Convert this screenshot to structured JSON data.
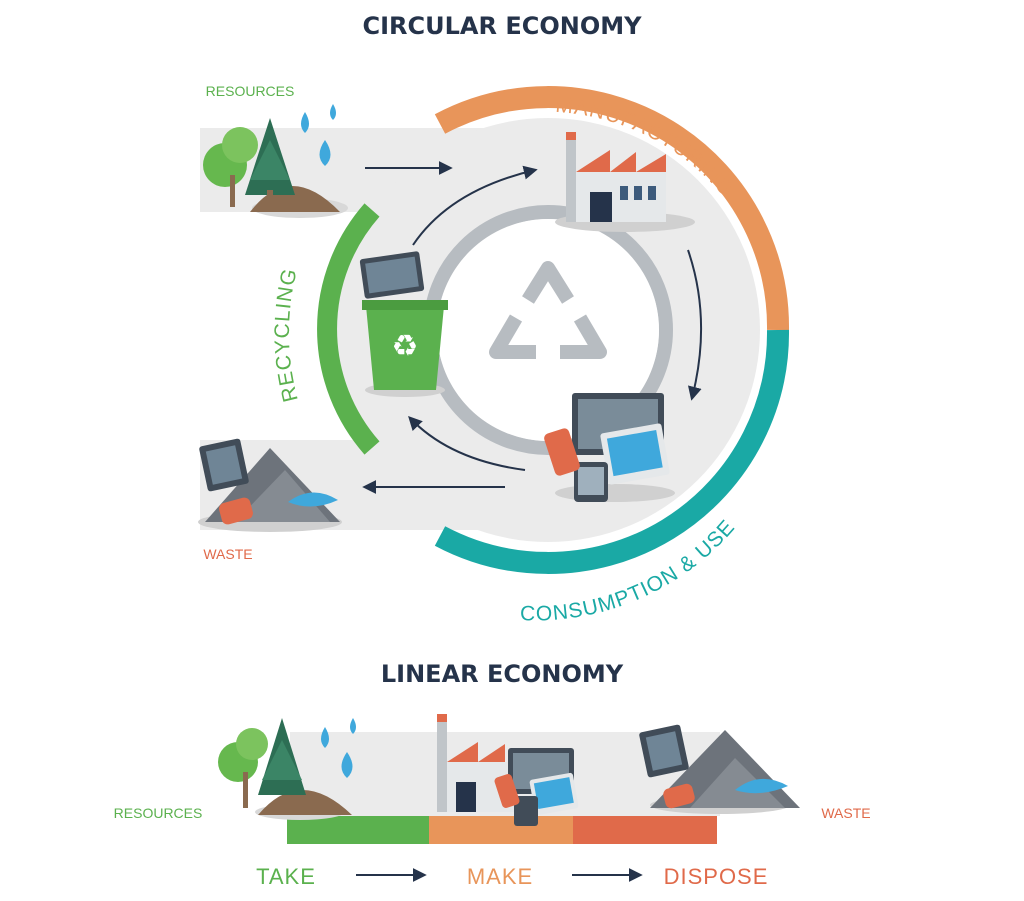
{
  "circular": {
    "title": "CIRCULAR ECONOMY",
    "resources_label": "RESOURCES",
    "waste_label": "WASTE",
    "manufacturing_label": "MANUFACTURING",
    "consumption_label": "CONSUMPTION & USE",
    "recycling_label": "RECYCLING"
  },
  "linear": {
    "title": "LINEAR ECONOMY",
    "resources_label": "RESOURCES",
    "waste_label": "WASTE",
    "steps": [
      {
        "label": "TAKE",
        "color": "#5bb14e"
      },
      {
        "label": "MAKE",
        "color": "#e8955a"
      },
      {
        "label": "DISPOSE",
        "color": "#e06a4a"
      }
    ]
  },
  "colors": {
    "green": "#5bb14e",
    "orange": "#e8955a",
    "teal": "#1aa9a5",
    "red": "#e06a4a",
    "navy": "#25334a",
    "light_gray": "#ebebeb",
    "recycle_gray": "#b7bcc1"
  },
  "icons": [
    "tree-icon",
    "water-drop-icon",
    "factory-icon",
    "recycle-bin-icon",
    "device-icon",
    "waste-pile-icon",
    "recycle-icon",
    "arrow-icon"
  ]
}
